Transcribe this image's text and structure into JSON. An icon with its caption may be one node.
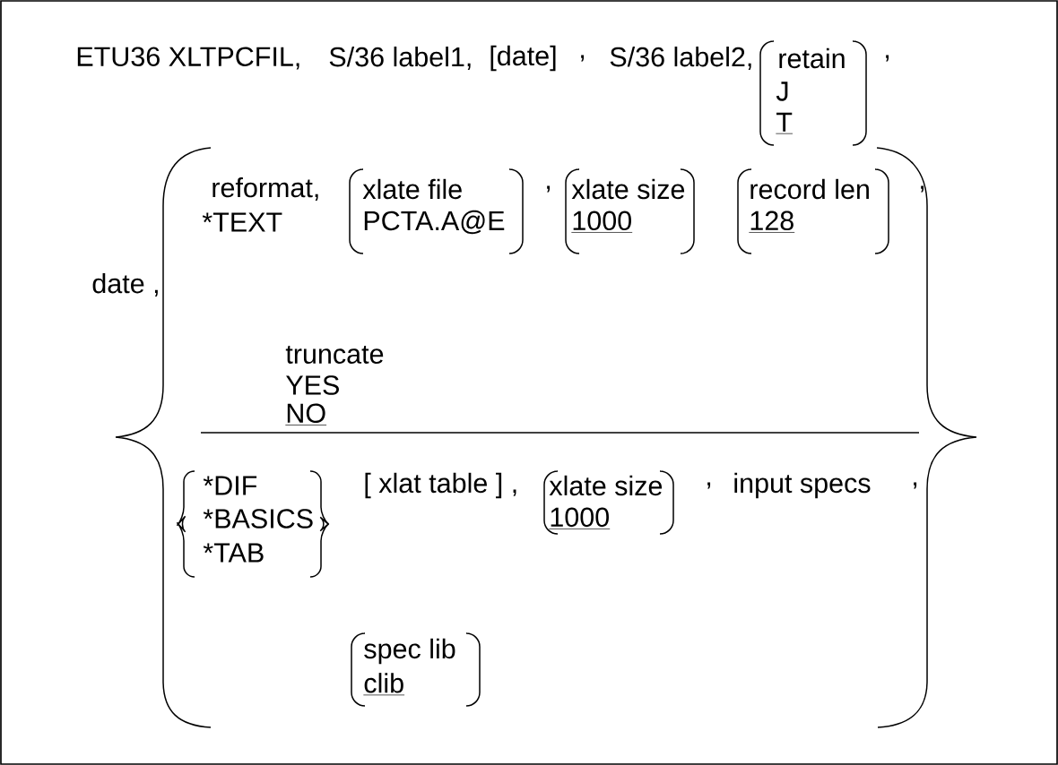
{
  "diagram": {
    "labels": [
      "ETU36 XLTPCFIL,",
      "S/36 label1,",
      "[date]",
      ",",
      "S/36 label2,",
      "retain",
      "J",
      "T",
      ",",
      "reformat,",
      "xlate file",
      ",",
      "xlate size",
      "record len",
      ",",
      "*TEXT",
      "PCTA.A@E",
      "1000",
      "128",
      "date ,",
      "truncate",
      "YES",
      "NO",
      "*DIF",
      "[ xlat table ] ,",
      "xlate size",
      ",",
      "input specs",
      ",",
      "*BASICS",
      "1000",
      "*TAB",
      "spec lib",
      "clib"
    ]
  }
}
